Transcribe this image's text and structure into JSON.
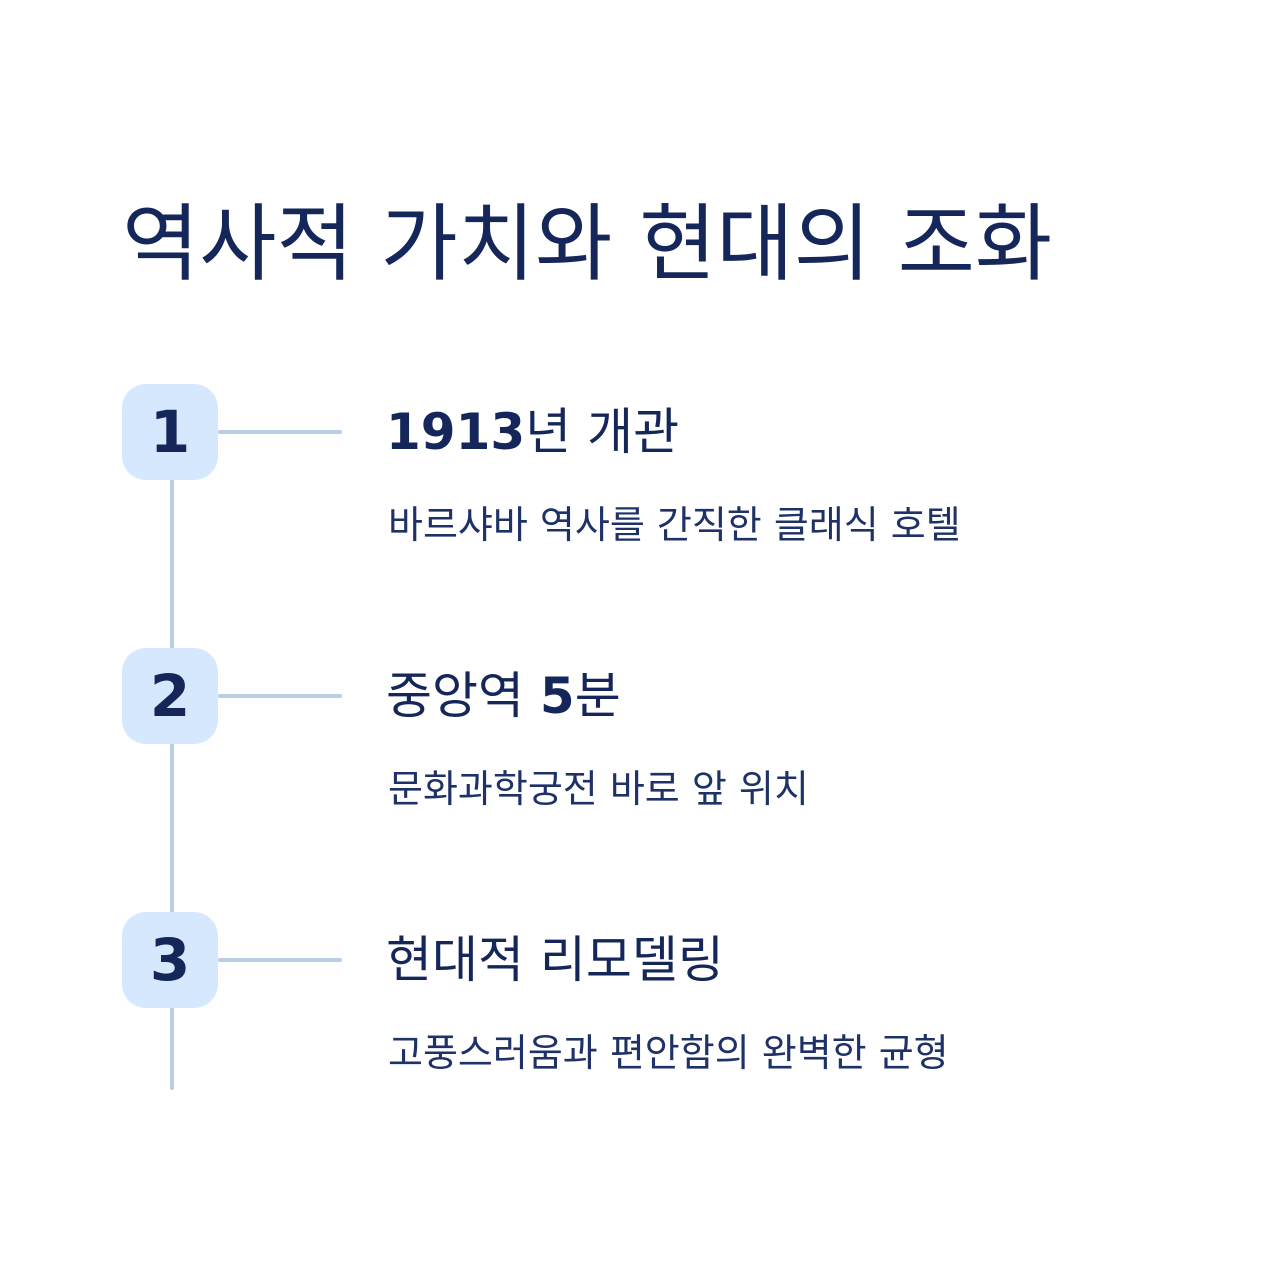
{
  "title": "역사적 가치와 현대의 조화",
  "colors": {
    "text": "#15275a",
    "badge_fill": "#d5e8fd",
    "line": "#b8cfe6",
    "background": "#ffffff"
  },
  "steps": [
    {
      "number": "1",
      "title_bold": "1913",
      "title_rest": "년 개관",
      "description": "바르샤바 역사를 간직한 클래식 호텔"
    },
    {
      "number": "2",
      "title_prefix": "중앙역 ",
      "title_bold": "5",
      "title_rest": "분",
      "description": "문화과학궁전 바로 앞 위치"
    },
    {
      "number": "3",
      "title_rest": "현대적 리모델링",
      "description": "고풍스러움과 편안함의 완벽한 균형"
    }
  ]
}
